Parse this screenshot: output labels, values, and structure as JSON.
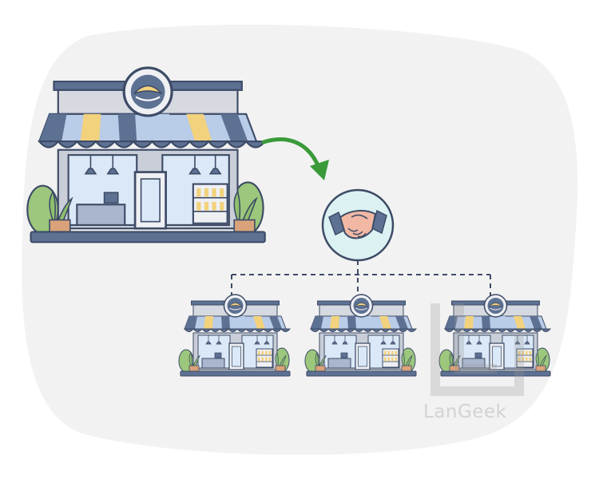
{
  "illustration": {
    "concept": "",
    "colors": {
      "background_blob": "#f2f2f2",
      "outline": "#3d4b66",
      "awning_blue": "#5d7193",
      "awning_light": "#b9cce8",
      "awning_yellow": "#f3d27e",
      "wall": "#eef0f4",
      "facade": "#c9ced8",
      "window_glass": "#dbe8f7",
      "plant_green": "#8fbf6e",
      "pot": "#d9a27a",
      "arrow_green": "#3a9a3a",
      "handshake_circle": "#dcf1f2"
    },
    "icons": {
      "arrow": "curved-arrow-icon",
      "handshake": "handshake-icon"
    },
    "branches": [
      "branch-1",
      "branch-2",
      "branch-3"
    ]
  },
  "watermark": {
    "text": "LanGeek"
  }
}
